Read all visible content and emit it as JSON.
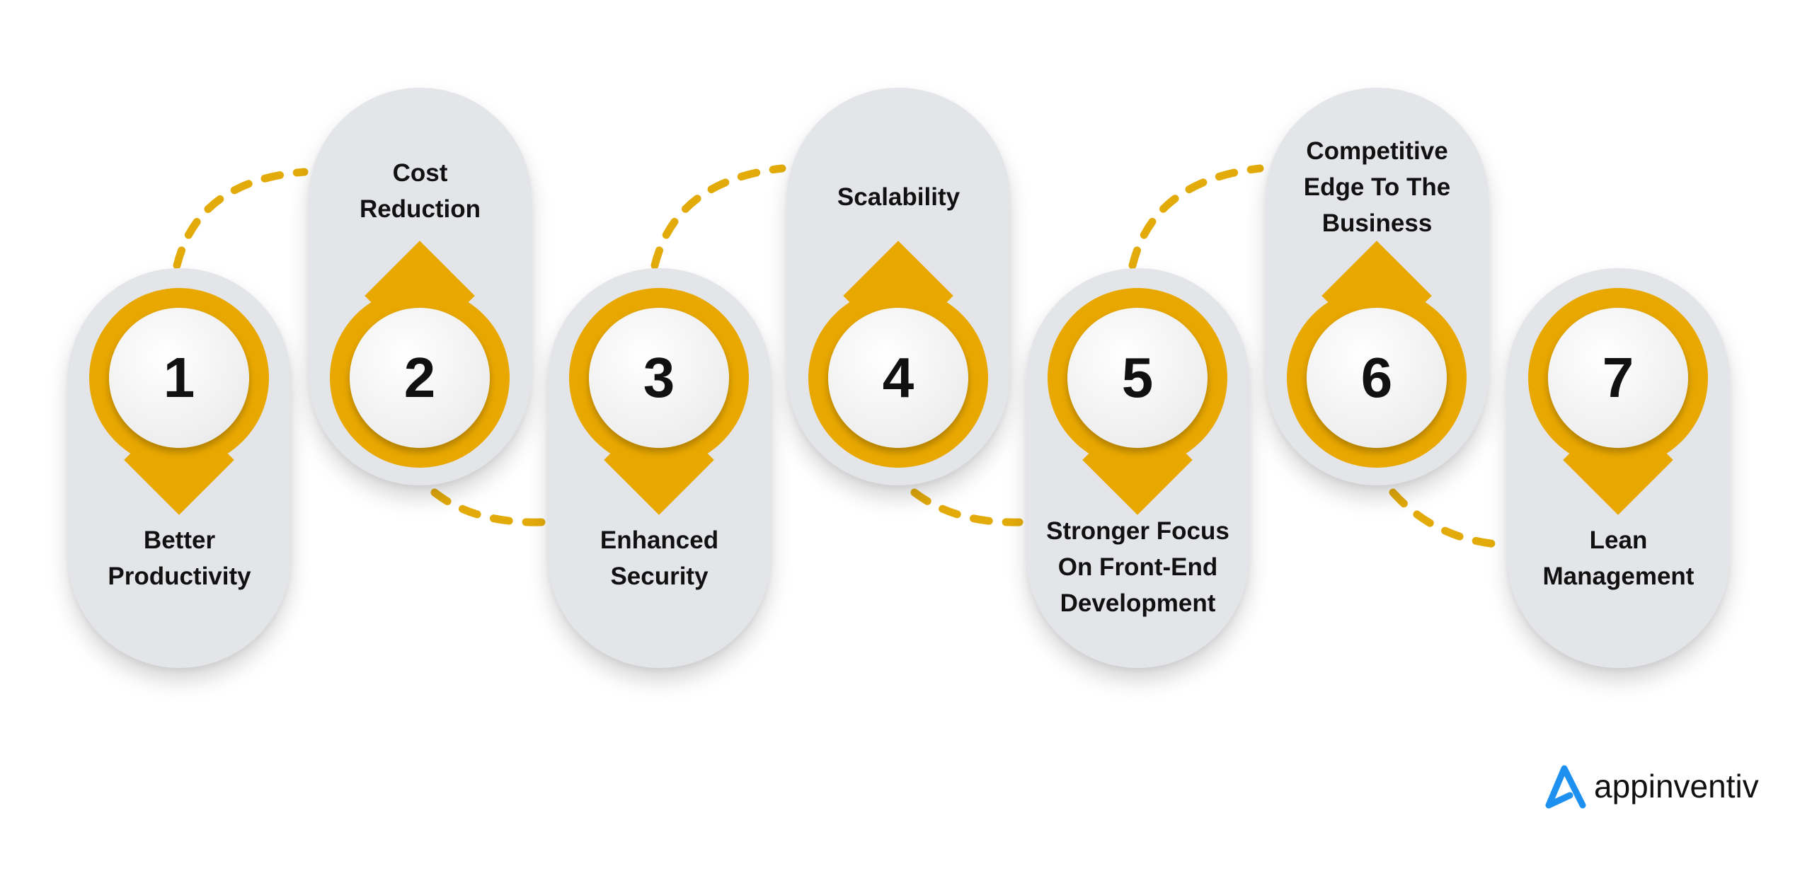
{
  "steps": [
    {
      "number": "1",
      "label": "Better Productivity",
      "lines": [
        "Better",
        "Productivity"
      ]
    },
    {
      "number": "2",
      "label": "Cost Reduction",
      "lines": [
        "Cost",
        "Reduction"
      ]
    },
    {
      "number": "3",
      "label": "Enhanced Security",
      "lines": [
        "Enhanced",
        "Security"
      ]
    },
    {
      "number": "4",
      "label": "Scalability",
      "lines": [
        "Scalability"
      ]
    },
    {
      "number": "5",
      "label": "Stronger Focus On Front-End Development",
      "lines": [
        "Stronger Focus",
        "On Front-End",
        "Development"
      ]
    },
    {
      "number": "6",
      "label": "Competitive Edge To The Business",
      "lines": [
        "Competitive",
        "Edge To The",
        "Business"
      ]
    },
    {
      "number": "7",
      "label": "Lean Management",
      "lines": [
        "Lean",
        "Management"
      ]
    }
  ],
  "brand": {
    "name": "appinventiv",
    "logo_color": "#1e90f0"
  },
  "colors": {
    "accent": "#e9a800",
    "pill": "#e3e5e8"
  }
}
